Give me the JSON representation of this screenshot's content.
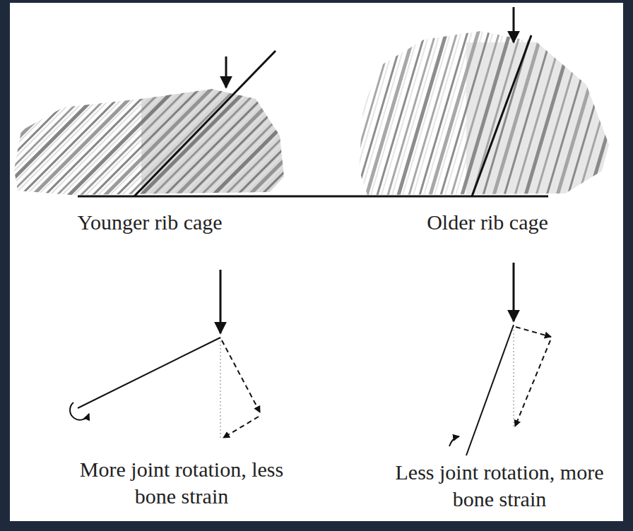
{
  "diagram": {
    "labels": [
      "Younger rib cage",
      "Older rib cage",
      "More joint rotation, less bone strain",
      "Less joint rotation, more bone strain"
    ]
  }
}
